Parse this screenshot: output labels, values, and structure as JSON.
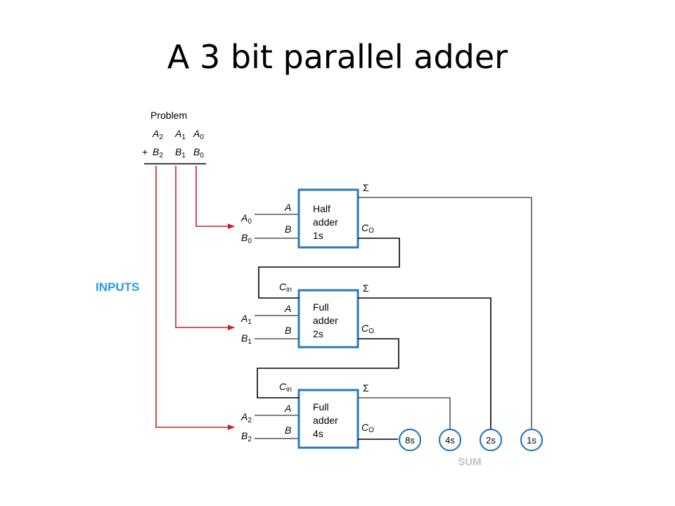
{
  "title": "A 3 bit parallel adder",
  "problem": {
    "heading": "Problem",
    "top_row": [
      "A",
      "2",
      "A",
      "1",
      "A",
      "0"
    ],
    "bottom_row": [
      "+",
      "B",
      "2",
      "B",
      "1",
      "B",
      "0"
    ]
  },
  "inputs_label": "INPUTS",
  "sum_label": "SUM",
  "adders": [
    {
      "line1": "Half",
      "line2": "adder",
      "line3": "1s",
      "port_a": "A",
      "port_b": "B",
      "carry_out": "C",
      "carry_out_sub": "O",
      "sigma": "Σ",
      "in_a": "A",
      "in_a_sub": "0",
      "in_b": "B",
      "in_b_sub": "0"
    },
    {
      "line1": "Full",
      "line2": "adder",
      "line3": "2s",
      "port_a": "A",
      "port_b": "B",
      "carry_out": "C",
      "carry_out_sub": "O",
      "sigma": "Σ",
      "carry_in": "C",
      "carry_in_sub": "in",
      "in_a": "A",
      "in_a_sub": "1",
      "in_b": "B",
      "in_b_sub": "1"
    },
    {
      "line1": "Full",
      "line2": "adder",
      "line3": "4s",
      "port_a": "A",
      "port_b": "B",
      "carry_out": "C",
      "carry_out_sub": "O",
      "sigma": "Σ",
      "carry_in": "C",
      "carry_in_sub": "in",
      "in_a": "A",
      "in_a_sub": "2",
      "in_b": "B",
      "in_b_sub": "2"
    }
  ],
  "outputs": [
    "8s",
    "4s",
    "2s",
    "1s"
  ],
  "colors": {
    "accent_blue": "#2b9be0",
    "box_blue": "#2b7ab8",
    "input_red": "#d0202a",
    "sum_gray": "#bfbfbf"
  }
}
